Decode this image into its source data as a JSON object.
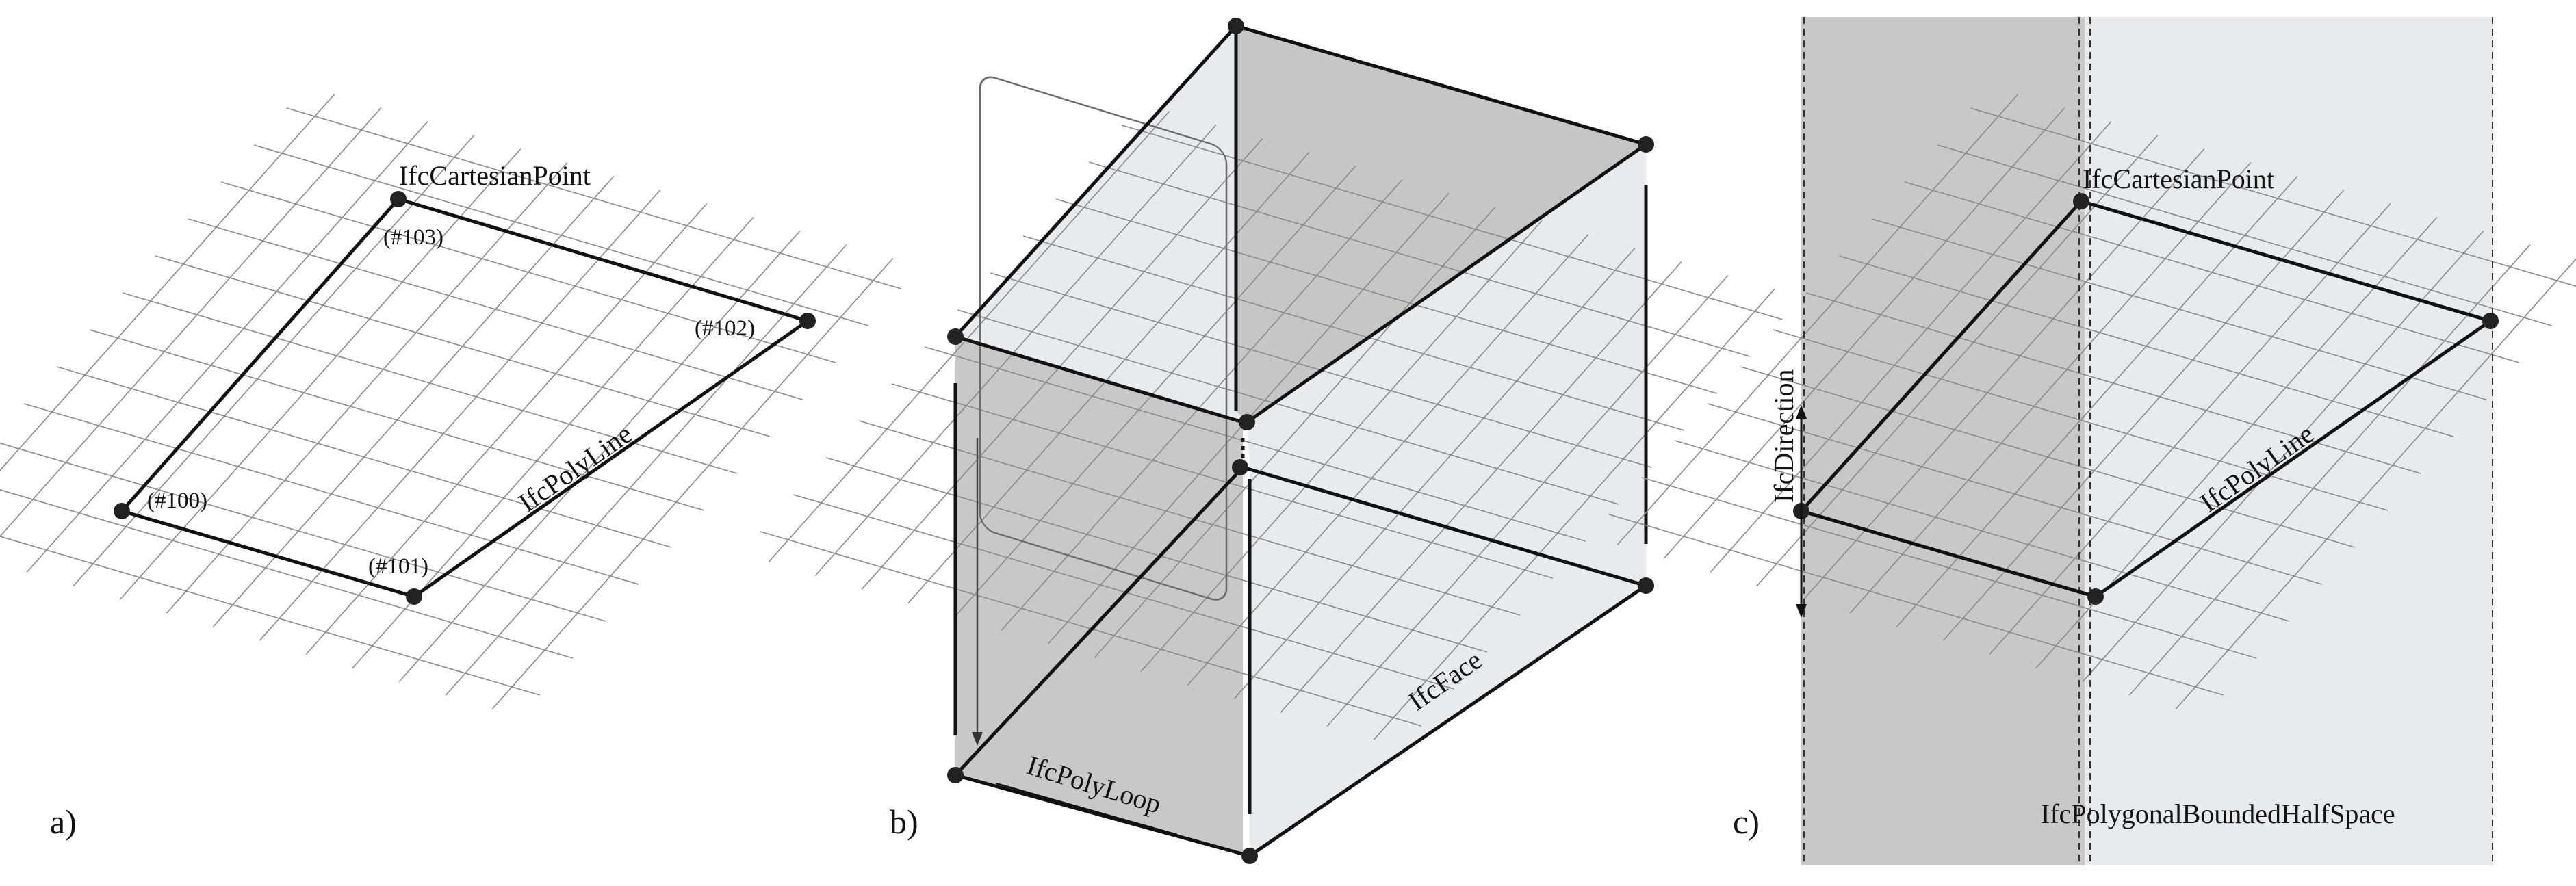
{
  "figure": {
    "panels": [
      {
        "tag": "a)",
        "labels": {
          "point": "IfcCartesianPoint",
          "polyline": "IfcPolyLine",
          "p100": "(#100)",
          "p101": "(#101)",
          "p102": "(#102)",
          "p103": "(#103)"
        }
      },
      {
        "tag": "b)",
        "labels": {
          "face": "IfcFace",
          "polyloop": "IfcPolyLoop"
        }
      },
      {
        "tag": "c)",
        "labels": {
          "point": "IfcCartesianPoint",
          "polyline": "IfcPolyLine",
          "direction": "IfcDirection",
          "halfspace": "IfcPolygonalBoundedHalfSpace"
        }
      }
    ]
  },
  "colors": {
    "face_dark": "#c8c8c8",
    "face_light": "#e8ebee",
    "stroke": "#111111",
    "grid": "#8a8a8a"
  }
}
